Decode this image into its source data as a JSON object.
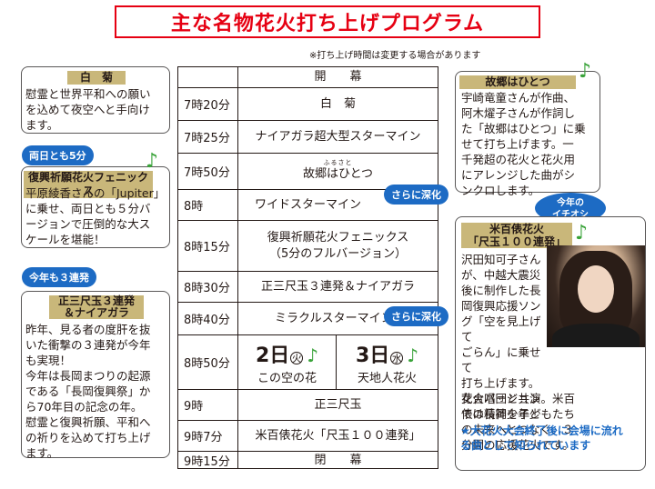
{
  "title": "主な名物花火打ち上げプログラム",
  "notice": "※打ち上げ時間は変更する場合があります",
  "program": {
    "open": {
      "name": "開　　幕"
    },
    "rows": [
      {
        "time": "7時20分",
        "name": "白　菊"
      },
      {
        "time": "7時25分",
        "name": "ナイアガラ超大型スターマイン"
      },
      {
        "time": "7時50分",
        "name": "故郷はひとつ",
        "ruby": "ふるさと"
      },
      {
        "time": "8時",
        "name": "ワイドスターマイン"
      },
      {
        "time": "8時15分",
        "name": "復興祈願花火フェニックス",
        "name2": "（5分のフルバージョン）"
      },
      {
        "time": "8時30分",
        "name": "正三尺玉３連発＆ナイアガラ"
      },
      {
        "time": "8時40分",
        "name": "ミラクルスターマイン"
      },
      {
        "time": "8時50分",
        "left": {
          "date": "2日",
          "day": "火",
          "name": "この空の花"
        },
        "right": {
          "date": "3日",
          "day": "水",
          "name": "天地人花火"
        }
      },
      {
        "time": "9時",
        "name": "正三尺玉"
      },
      {
        "time": "9時7分",
        "name": "米百俵花火「尺玉１００連発」"
      },
      {
        "time": "9時15分",
        "name": "閉　　幕"
      }
    ]
  },
  "pills": {
    "both_days": "両日とも5分",
    "three_shots": "今年も３連発",
    "deeper1": "さらに深化",
    "deeper2": "さらに深化"
  },
  "boxes": {
    "shiragiku": {
      "header": "白　菊",
      "lines": [
        "慰霊と世界平和への願い",
        "を込めて夜空へと手向け",
        "ます。"
      ]
    },
    "phoenix": {
      "header": "復興祈願花火フェニックス",
      "lines": [
        "平原綾香さんの「Jupiter」",
        "に乗せ、両日とも５分バ",
        "ージョンで圧倒的な大ス",
        "ケールを堪能！"
      ]
    },
    "shaku": {
      "header1": "正三尺玉３連発",
      "header2": "＆ナイアガラ",
      "lines": [
        "昨年、見る者の度肝を抜",
        "いた衝撃の３連発が今年",
        "も実現！",
        "今年は長岡まつりの起源",
        "である「長岡復興祭」か",
        "ら70年目の記念の年。",
        "慰霊と復興祈願、平和へ",
        "の祈りを込めて打ち上げ",
        "ます。"
      ]
    },
    "furusato": {
      "header": "故郷はひとつ",
      "lines": [
        "宇崎竜童さんが作曲、",
        "阿木燿子さんが作詞し",
        "た「故郷はひとつ」に乗",
        "せて打ち上げます。一",
        "千発超の花火と花火用",
        "にアレンジした曲がシ",
        "ンクロします。"
      ]
    },
    "komehyappyo": {
      "header1": "米百俵花火",
      "header2": "「尺玉１００連発」",
      "lines_narrow": [
        "沢田知可子さん",
        "が、中越大震災",
        "後に制作した長",
        "岡復興応援ソン",
        "グ「空を見上げて",
        "ごらん」に乗せて",
        "打ち上げます。",
        "花火バージョン",
        "では長岡少年少"
      ],
      "lines_wide": [
        "女合唱団と共演。米百",
        "俵の精神を子どもたち",
        "の未来へとつなぐ、３",
        "分間の応援花火です。"
      ],
      "note": "★大花火大会終了後に会場に流れる曲として知られています"
    }
  },
  "speech": {
    "line1": "今年の",
    "line2": "イチオシ"
  }
}
